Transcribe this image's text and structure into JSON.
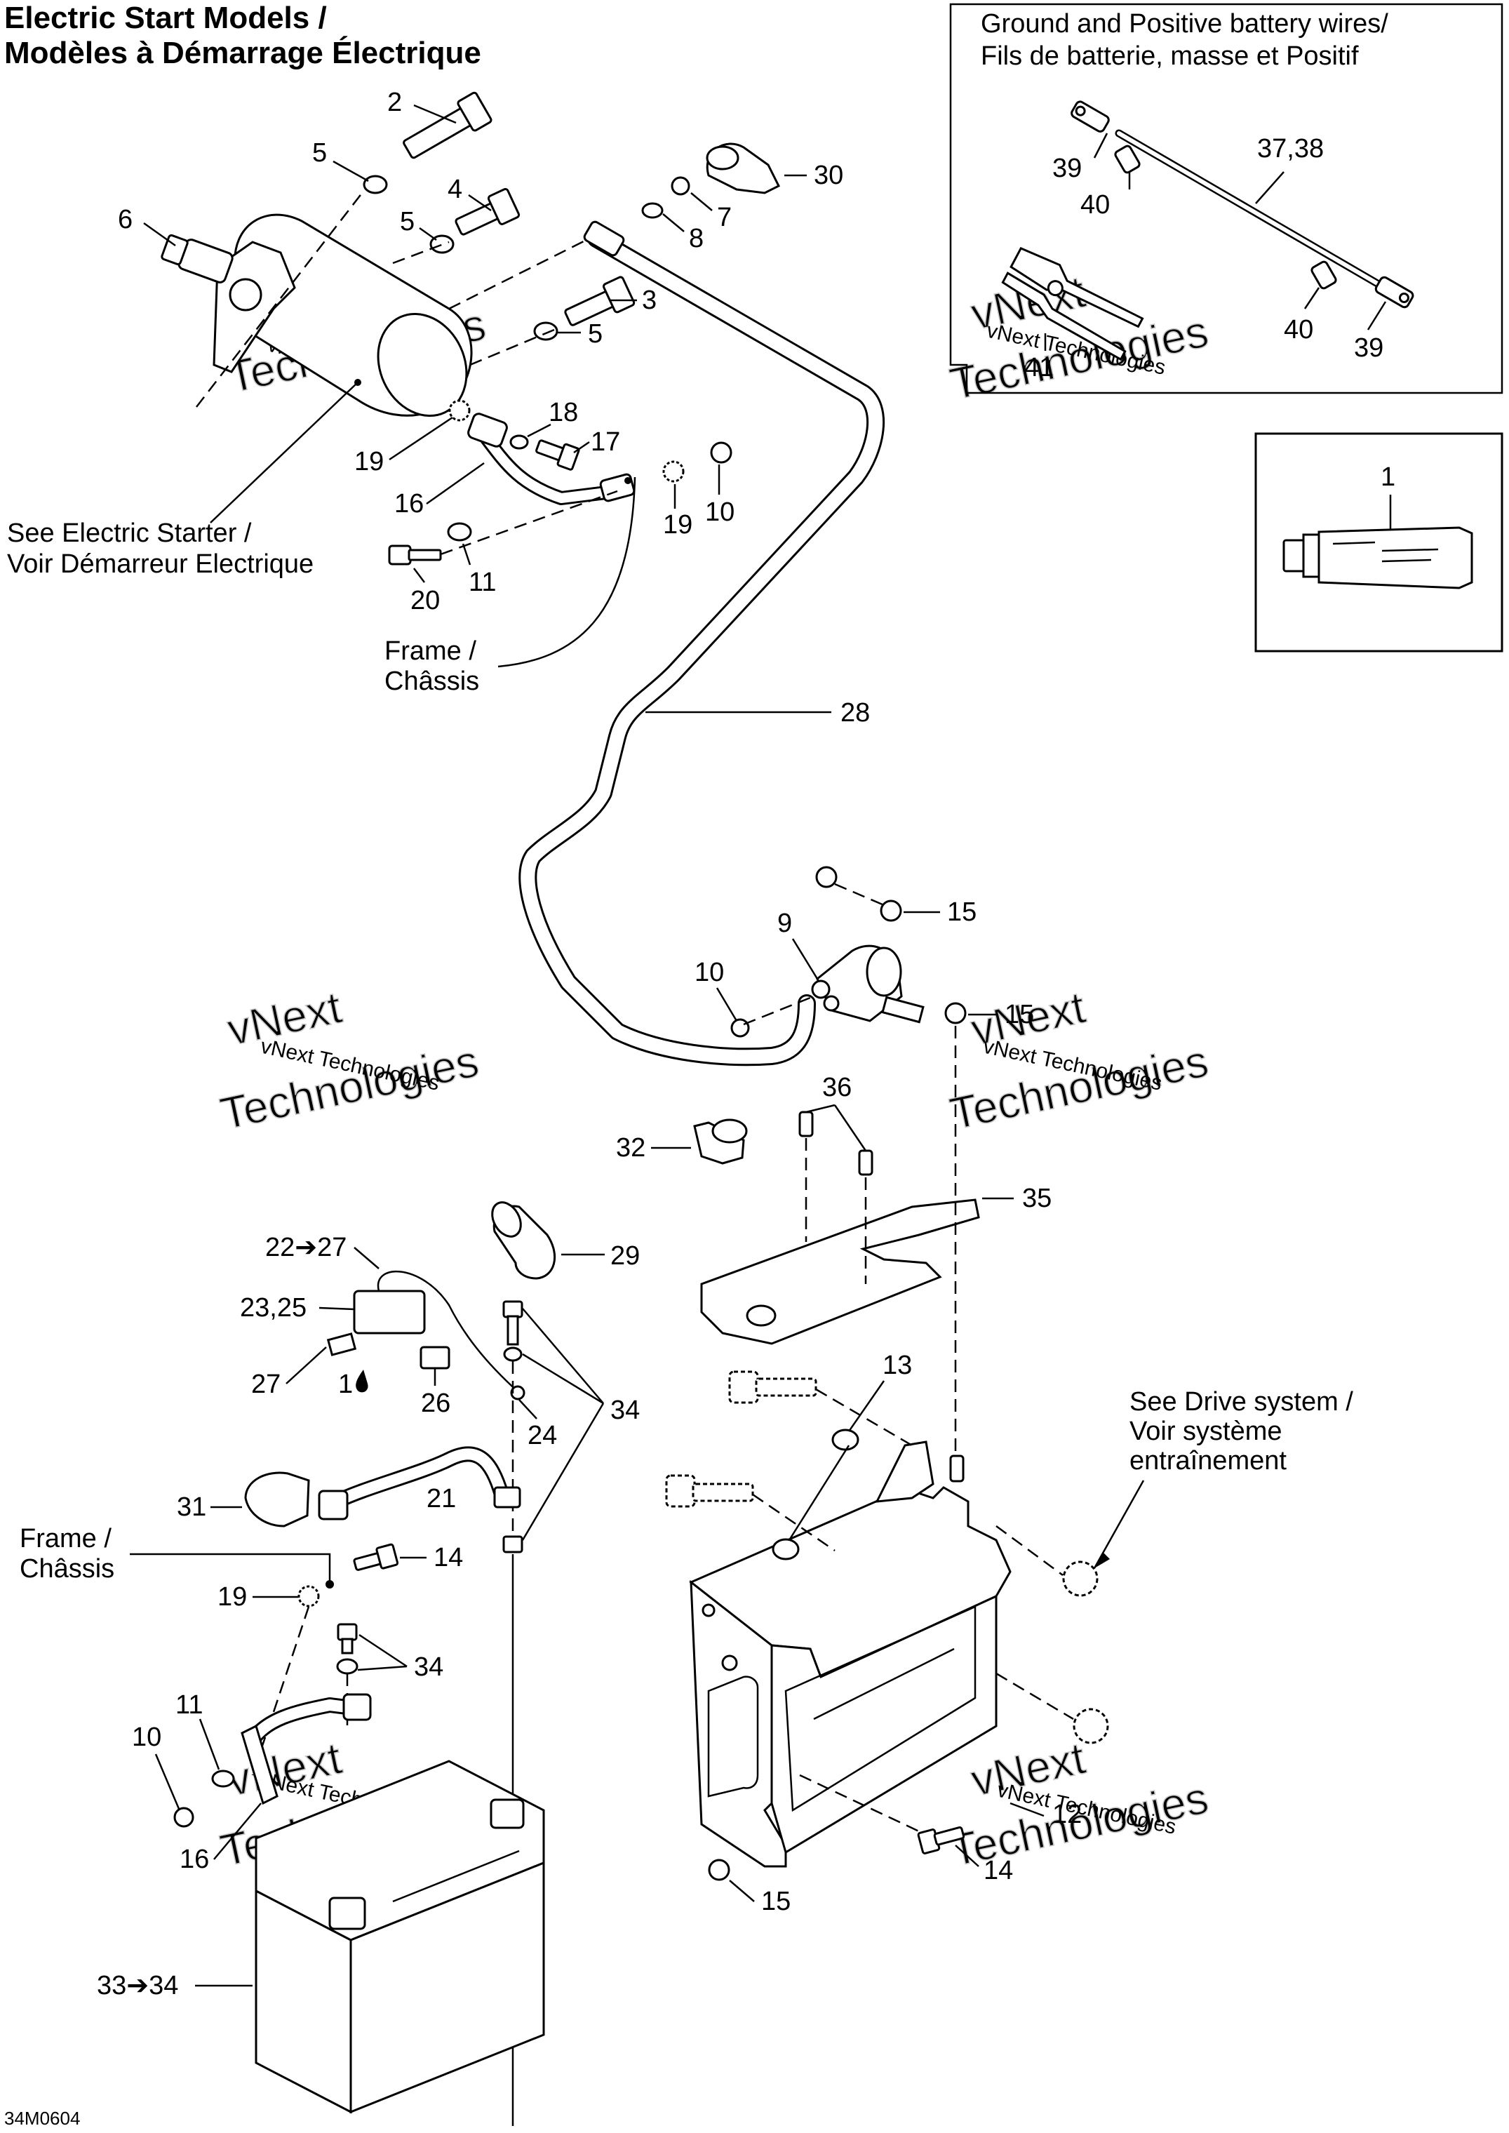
{
  "title": {
    "line1": "Electric Start Models /",
    "line2": "Modèles à Démarrage Électrique"
  },
  "inset_wires": {
    "title1": "Ground and Positive battery wires/",
    "title2": "Fils de batterie, masse et Positif"
  },
  "notes": {
    "electric_starter1": "See Electric Starter /",
    "electric_starter2": "Voir Démarreur Electrique",
    "frame_top1": "Frame /",
    "frame_top2": "Châssis",
    "frame_left1": "Frame /",
    "frame_left2": "Châssis",
    "drive1": "See Drive system /",
    "drive2": "Voir système",
    "drive3": "entraînement"
  },
  "callouts": {
    "c2": "2",
    "c5a": "5",
    "c4": "4",
    "c5b": "5",
    "c6": "6",
    "c3": "3",
    "c5c": "5",
    "c7": "7",
    "c8": "8",
    "c30": "30",
    "c18": "18",
    "c17": "17",
    "c19a": "19",
    "c16a": "16",
    "c19b": "19",
    "c10a": "10",
    "c20": "20",
    "c11a": "11",
    "c28": "28",
    "c9": "9",
    "c10b": "10",
    "c15a": "15",
    "c15b": "15",
    "c36": "36",
    "c32": "32",
    "c35": "35",
    "c22": "22➔27",
    "c29": "29",
    "c2325": "23,25",
    "c27": "27",
    "c1b": "1",
    "c26": "26",
    "c24": "24",
    "c34a": "34",
    "c13": "13",
    "c31": "31",
    "c21": "21",
    "c14a": "14",
    "c19c": "19",
    "c34b": "34",
    "c11b": "11",
    "c10c": "10",
    "c16b": "16",
    "c12": "12",
    "c14b": "14",
    "c15c": "15",
    "c3334": "33➔34",
    "c3738": "37,38",
    "c39a": "39",
    "c40a": "40",
    "c40b": "40",
    "c39b": "39",
    "c41": "41",
    "c1": "1"
  },
  "watermark": {
    "brand": "vNext",
    "sub": "Technologies",
    "caption": "vNext Technologies"
  },
  "diagram_code": "34M0604"
}
